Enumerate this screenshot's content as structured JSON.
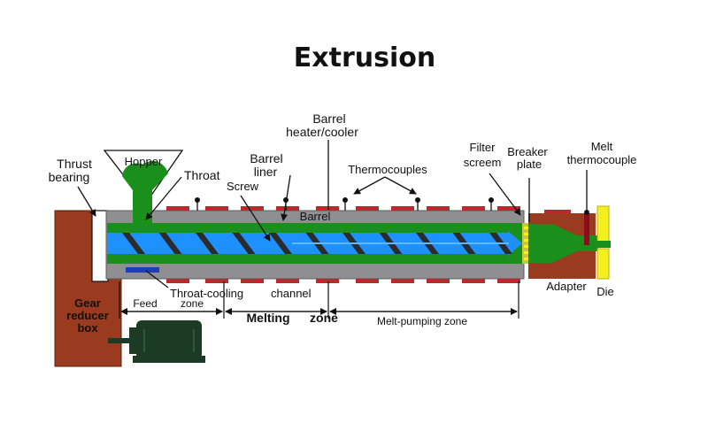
{
  "title": "Extrusion",
  "colors": {
    "barrel": "#8f8f92",
    "barrel_dark": "#6e6e72",
    "gearbox": "#9a3a1e",
    "screw_core": "#1b8f1b",
    "flight": "#2b2b2b",
    "melt": "#1e90ff",
    "heater": "#c0262e",
    "die": "#f3f01e",
    "motor": "#1d3b24",
    "coolant": "#1d3fb5",
    "line": "#111111"
  },
  "labels": {
    "thrust_bearing_1": "Thrust",
    "thrust_bearing_2": "bearing",
    "hopper": "Hopper",
    "throat": "Throat",
    "barrel_liner_1": "Barrel",
    "barrel_liner_2": "liner",
    "screw": "Screw",
    "barrel_heater_1": "Barrel",
    "barrel_heater_2": "heater/cooler",
    "thermocouples": "Thermocouples",
    "barrel": "Barrel",
    "filter_screen_1": "Filter",
    "filter_screen_2": "screem",
    "breaker_plate_1": "Breaker",
    "breaker_plate_2": "plate",
    "melt_thermocouple_1": "Melt",
    "melt_thermocouple_2": "thermocouple",
    "gear_reducer_1": "Gear",
    "gear_reducer_2": "reducer",
    "gear_reducer_3": "box",
    "throat_cooling": "Throat-cooling",
    "channel": "channel",
    "adapter": "Adapter",
    "die": "Die",
    "feed_zone_1": "Feed",
    "feed_zone_2": "zone",
    "melting_zone_1": "Melting",
    "melting_zone_2": "zone",
    "melt_pumping_zone": "Melt-pumping  zone"
  }
}
